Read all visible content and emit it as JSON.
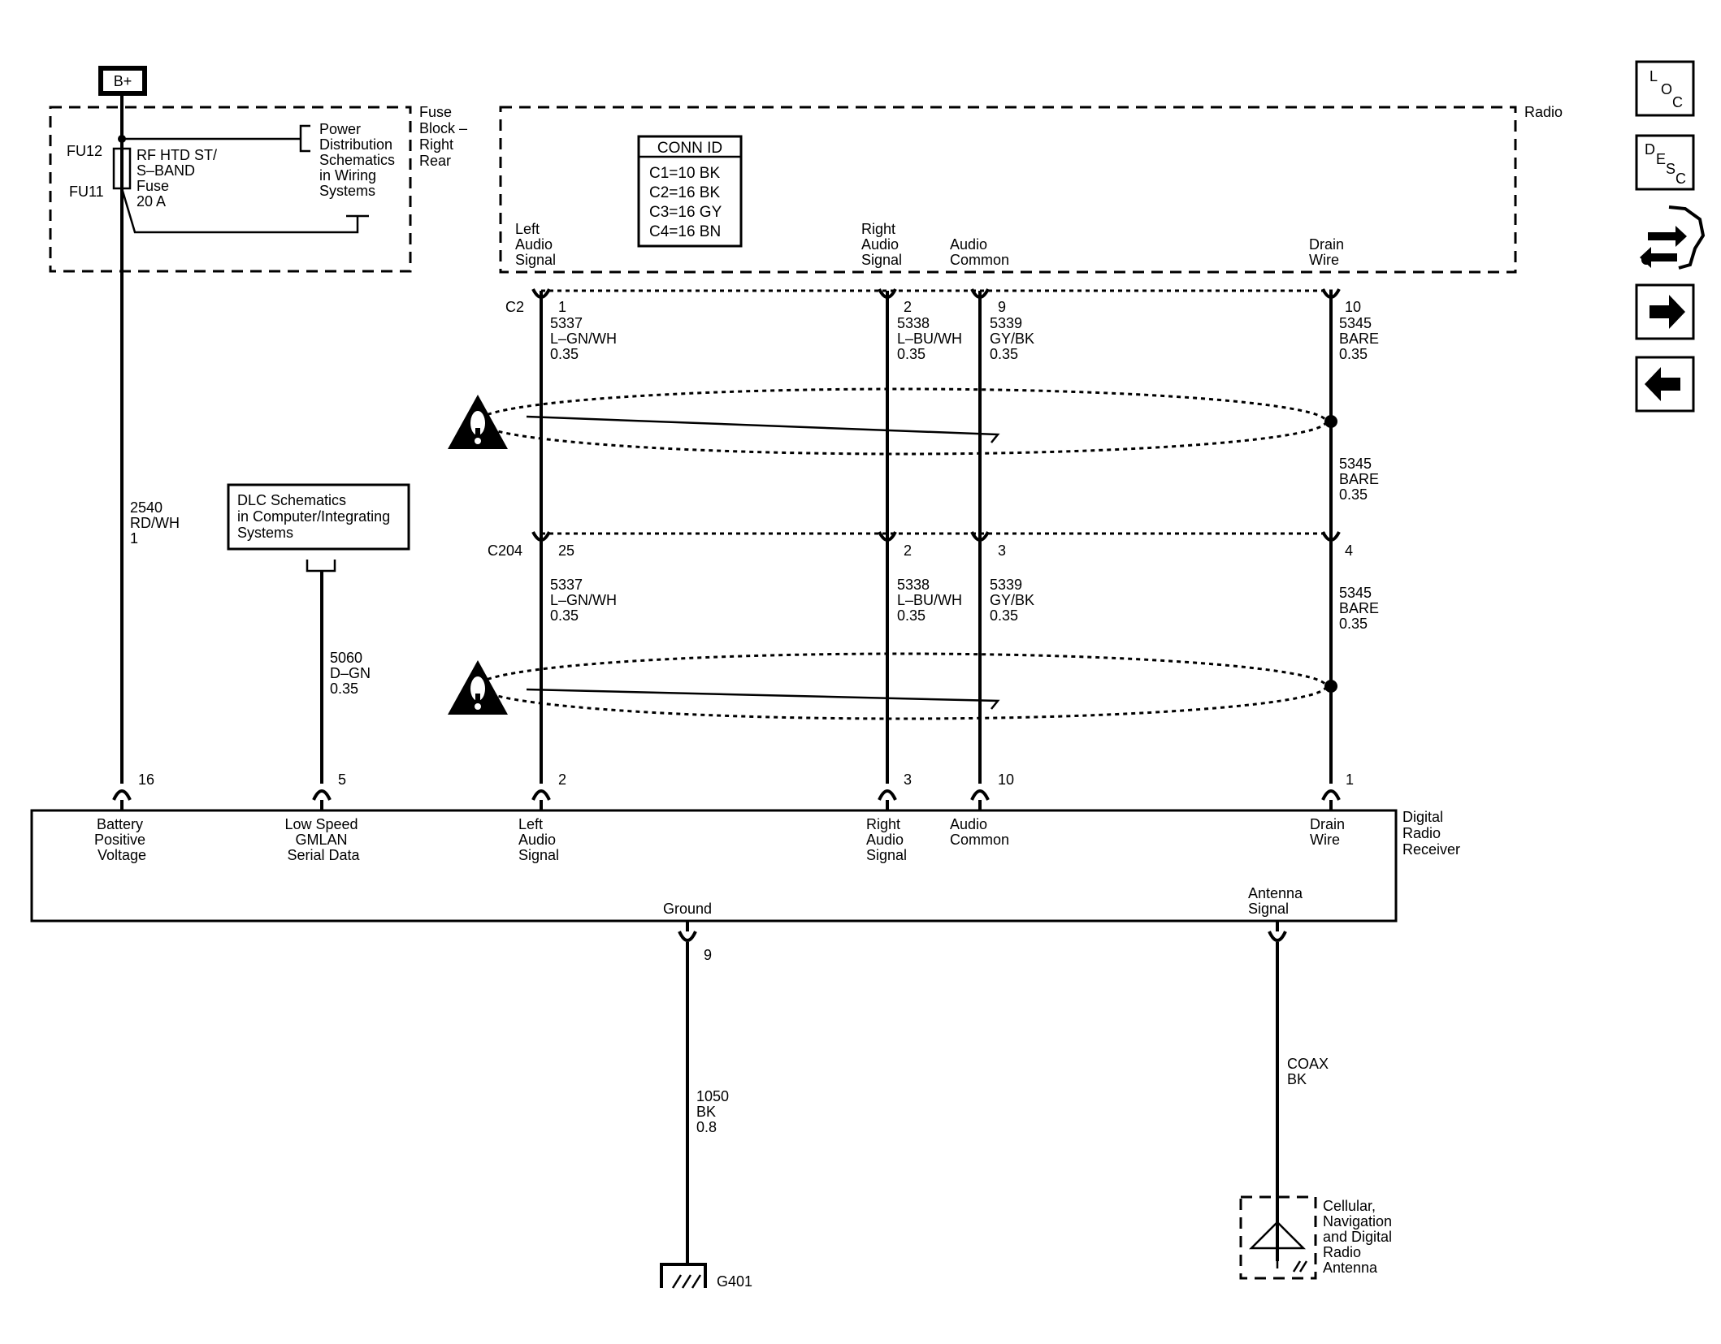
{
  "power": {
    "label": "B+"
  },
  "fuse_block": {
    "title_lines": [
      "Fuse",
      "Block –",
      "Right",
      "Rear"
    ],
    "fu12": "FU12",
    "fu11": "FU11",
    "fuse_lines": [
      "RF HTD ST/",
      "S–BAND",
      "Fuse",
      "20 A"
    ],
    "ref_lines": [
      "Power",
      "Distribution",
      "Schematics",
      "in Wiring",
      "Systems"
    ]
  },
  "radio": {
    "title": "Radio",
    "conn_header": "CONN ID",
    "conn_rows": [
      "C1=10 BK",
      "C2=16 BK",
      "C3=16 GY",
      "C4=16 BN"
    ],
    "pins": {
      "left": [
        "Left",
        "Audio",
        "Signal"
      ],
      "right": [
        "Right",
        "Audio",
        "Signal"
      ],
      "common": [
        "Audio",
        "Common"
      ],
      "drain": [
        "Drain",
        "Wire"
      ]
    }
  },
  "c2": {
    "label": "C2",
    "pins": [
      "1",
      "2",
      "9",
      "10"
    ],
    "wires": [
      [
        "5337",
        "L–GN/WH",
        "0.35"
      ],
      [
        "5338",
        "L–BU/WH",
        "0.35"
      ],
      [
        "5339",
        "GY/BK",
        "0.35"
      ],
      [
        "5345",
        "BARE",
        "0.35"
      ]
    ],
    "drain_mid": [
      "5345",
      "BARE",
      "0.35"
    ]
  },
  "c204": {
    "label": "C204",
    "pins": [
      "25",
      "2",
      "3",
      "4"
    ],
    "wires": [
      [
        "5337",
        "L–GN/WH",
        "0.35"
      ],
      [
        "5338",
        "L–BU/WH",
        "0.35"
      ],
      [
        "5339",
        "GY/BK",
        "0.35"
      ],
      [
        "5345",
        "BARE",
        "0.35"
      ]
    ]
  },
  "battery_wire": [
    "2540",
    "RD/WH",
    "1"
  ],
  "dlc": {
    "lines": [
      "DLC Schematics",
      "in Computer/Integrating",
      "Systems"
    ],
    "wire": [
      "5060",
      "D–GN",
      "0.35"
    ]
  },
  "receiver": {
    "title_lines": [
      "Digital",
      "Radio",
      "Receiver"
    ],
    "pins": [
      "16",
      "5",
      "2",
      "3",
      "10",
      "1"
    ],
    "labels": {
      "battery": [
        "Battery",
        "Positive",
        "Voltage"
      ],
      "gmlan": [
        "Low Speed",
        "GMLAN",
        "Serial Data"
      ],
      "left": [
        "Left",
        "Audio",
        "Signal"
      ],
      "right": [
        "Right",
        "Audio",
        "Signal"
      ],
      "common": [
        "Audio",
        "Common"
      ],
      "drain": [
        "Drain",
        "Wire"
      ],
      "ground": "Ground",
      "antenna": [
        "Antenna",
        "Signal"
      ]
    },
    "ground_pin": "9"
  },
  "ground": {
    "wire": [
      "1050",
      "BK",
      "0.8"
    ],
    "label": "G401"
  },
  "antenna": {
    "wire": [
      "COAX",
      "BK"
    ],
    "lines": [
      "Cellular,",
      "Navigation",
      "and Digital",
      "Radio",
      "Antenna"
    ]
  },
  "nav": {
    "loc": [
      "L",
      "O",
      "C"
    ],
    "desc": [
      "D",
      "E",
      "S",
      "C"
    ],
    "icons": [
      "loc-icon",
      "desc-icon",
      "connector-repair-icon",
      "forward-arrow-icon",
      "back-arrow-icon"
    ]
  }
}
